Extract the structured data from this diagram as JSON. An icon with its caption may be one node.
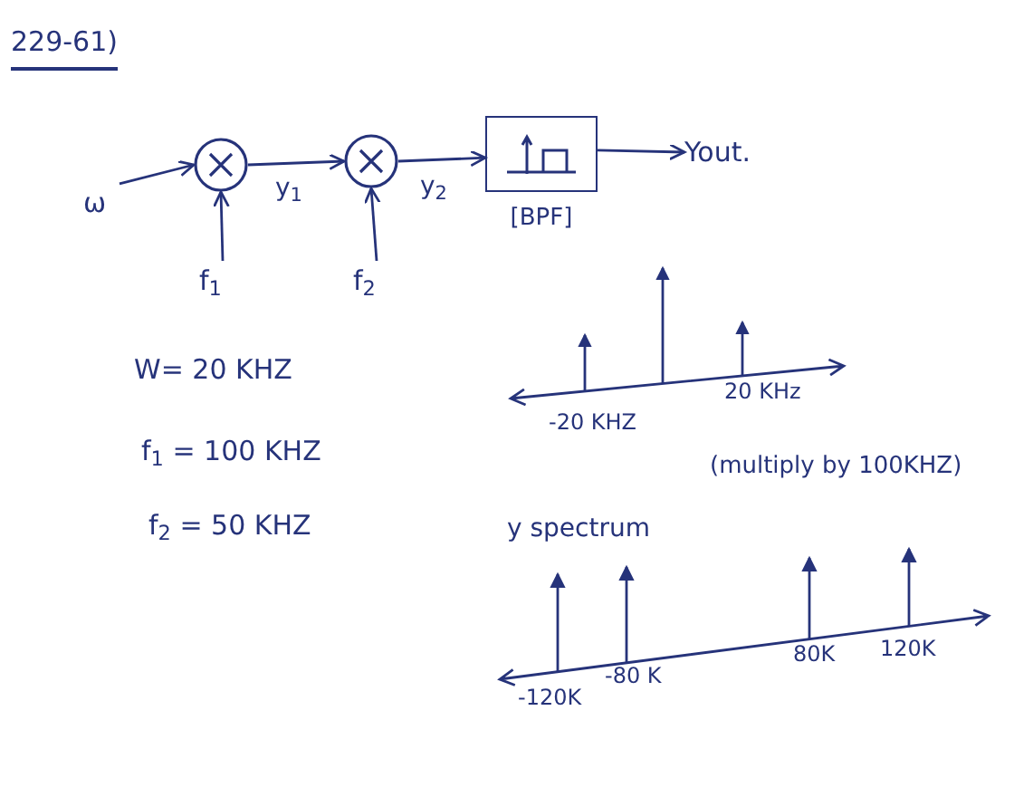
{
  "diagram": {
    "title": "229-61)",
    "nodes": [
      {
        "text": [
          "ω"
        ]
      },
      {
        "text": [],
        "shape": "circle"
      },
      {
        "text": [],
        "shape": "circle"
      },
      {
        "text": [
          "[BPF]"
        ]
      },
      {
        "text": [
          "Yout."
        ]
      },
      {
        "text": [
          "f$_{1}$"
        ]
      },
      {
        "text": [
          "f$_{2}$"
        ]
      }
    ],
    "edges": [
      {
        "from": 0,
        "to": 1,
        "arrow": "to"
      },
      {
        "from": 1,
        "to": 2,
        "arrow": "to",
        "label": "y$_{1}$"
      },
      {
        "from": 2,
        "to": 3,
        "arrow": "to",
        "label": "y$_{2}$"
      },
      {
        "from": 3,
        "to": 4,
        "arrow": "to"
      },
      {
        "from": 5,
        "to": 1,
        "arrow": "to"
      },
      {
        "from": 6,
        "to": 2,
        "arrow": "to"
      }
    ],
    "labels": [
      "W= 20 KHZ",
      "-20 KHZ",
      "20 KHz",
      "f$_{1}$ = 100 KHZ",
      "(multiply by 100KHZ)",
      "f$_{2}$ = 50 KHZ",
      "y spectrum",
      "80K",
      "120K",
      "-80 K",
      "-120K"
    ]
  }
}
